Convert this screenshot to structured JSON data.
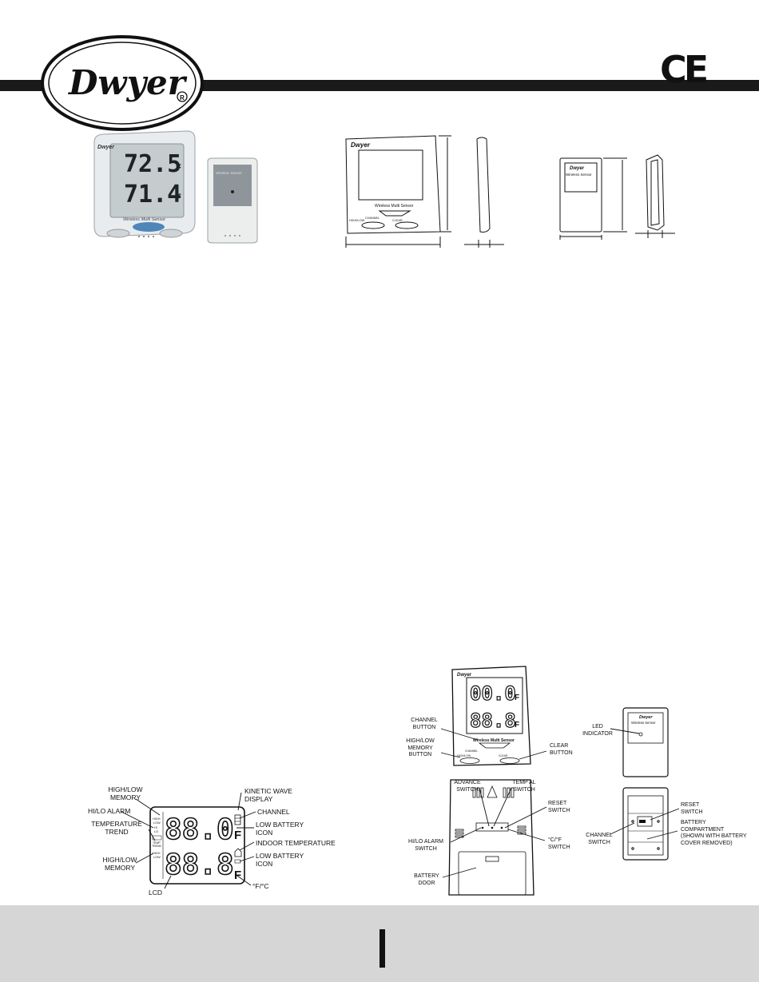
{
  "header": {
    "brand": "Dwyer",
    "registered": "R",
    "certification": "CE"
  },
  "photo": {
    "display_top": "72.5",
    "display_bottom": "71.4",
    "unit": "F",
    "device_caption": "Wireless Multi Sensor",
    "sensor_caption": "Wireless Sensor",
    "brand_small": "Dwyer"
  },
  "dimension_drawing": {
    "device_caption": "Wireless Multi Sensor",
    "channel": "CHANNEL",
    "high_low": "HIGH/LOW",
    "clear": "CLEAR",
    "sensor_caption": "Wireless Sensor"
  },
  "lcd_diagram": {
    "digits_top": "88.0",
    "digits_bottom": "88.8",
    "unit": "F",
    "small_high": "HIGH",
    "small_low": "LOW",
    "small_hi": "HI",
    "small_lo": "LO",
    "small_temp": "TEMP",
    "small_trend": "TREND",
    "labels": {
      "high_low_memory_top": "HIGH/LOW\nMEMORY",
      "hi_lo_alarm": "HI/LO ALARM",
      "temperature_trend": "TEMPERATURE\nTREND",
      "high_low_memory_bottom": "HIGH/LOW\nMEMORY",
      "lcd": "LCD",
      "kinetic_wave": "KINETIC WAVE\nDISPLAY",
      "channel": "CHANNEL",
      "low_battery_top": "LOW BATTERY\nICON",
      "indoor_temperature": "INDOOR TEMPERATURE",
      "low_battery_bottom": "LOW BATTERY\nICON",
      "f_c": "°F/°C"
    }
  },
  "front_diagram": {
    "digits_top": "00.0",
    "digits_bottom": "88.8",
    "unit": "F",
    "device_caption": "Wireless Multi Sensor",
    "channel_small": "CHANNEL",
    "high_low_small": "HIGH/LOW",
    "clear_small": "CLEAR",
    "labels": {
      "channel_button": "CHANNEL\nBUTTON",
      "high_low_memory_button": "HIGH/LOW\nMEMORY\nBUTTON",
      "clear_button": "CLEAR\nBUTTON"
    }
  },
  "sensor_front": {
    "caption": "Wireless Sensor",
    "label_led": "LED\nINDICATOR"
  },
  "back_diagram": {
    "labels": {
      "advance_switch": "ADVANCE\nSWITCH",
      "temp_al_switch": "TEMP AL\nSWITCH",
      "reset_switch": "RESET\nSWITCH",
      "hi_lo_alarm_switch": "HI/LO ALARM\nSWITCH",
      "f_c_switch": "°C/°F\nSWITCH",
      "battery_door": "BATTERY\nDOOR"
    }
  },
  "sensor_back": {
    "labels": {
      "reset_switch": "RESET\nSWITCH",
      "channel_switch": "CHANNEL\nSWITCH",
      "battery_compartment": "BATTERY\nCOMPARTMENT\n(SHOWN WITH BATTERY\nCOVER REMOVED)"
    }
  }
}
